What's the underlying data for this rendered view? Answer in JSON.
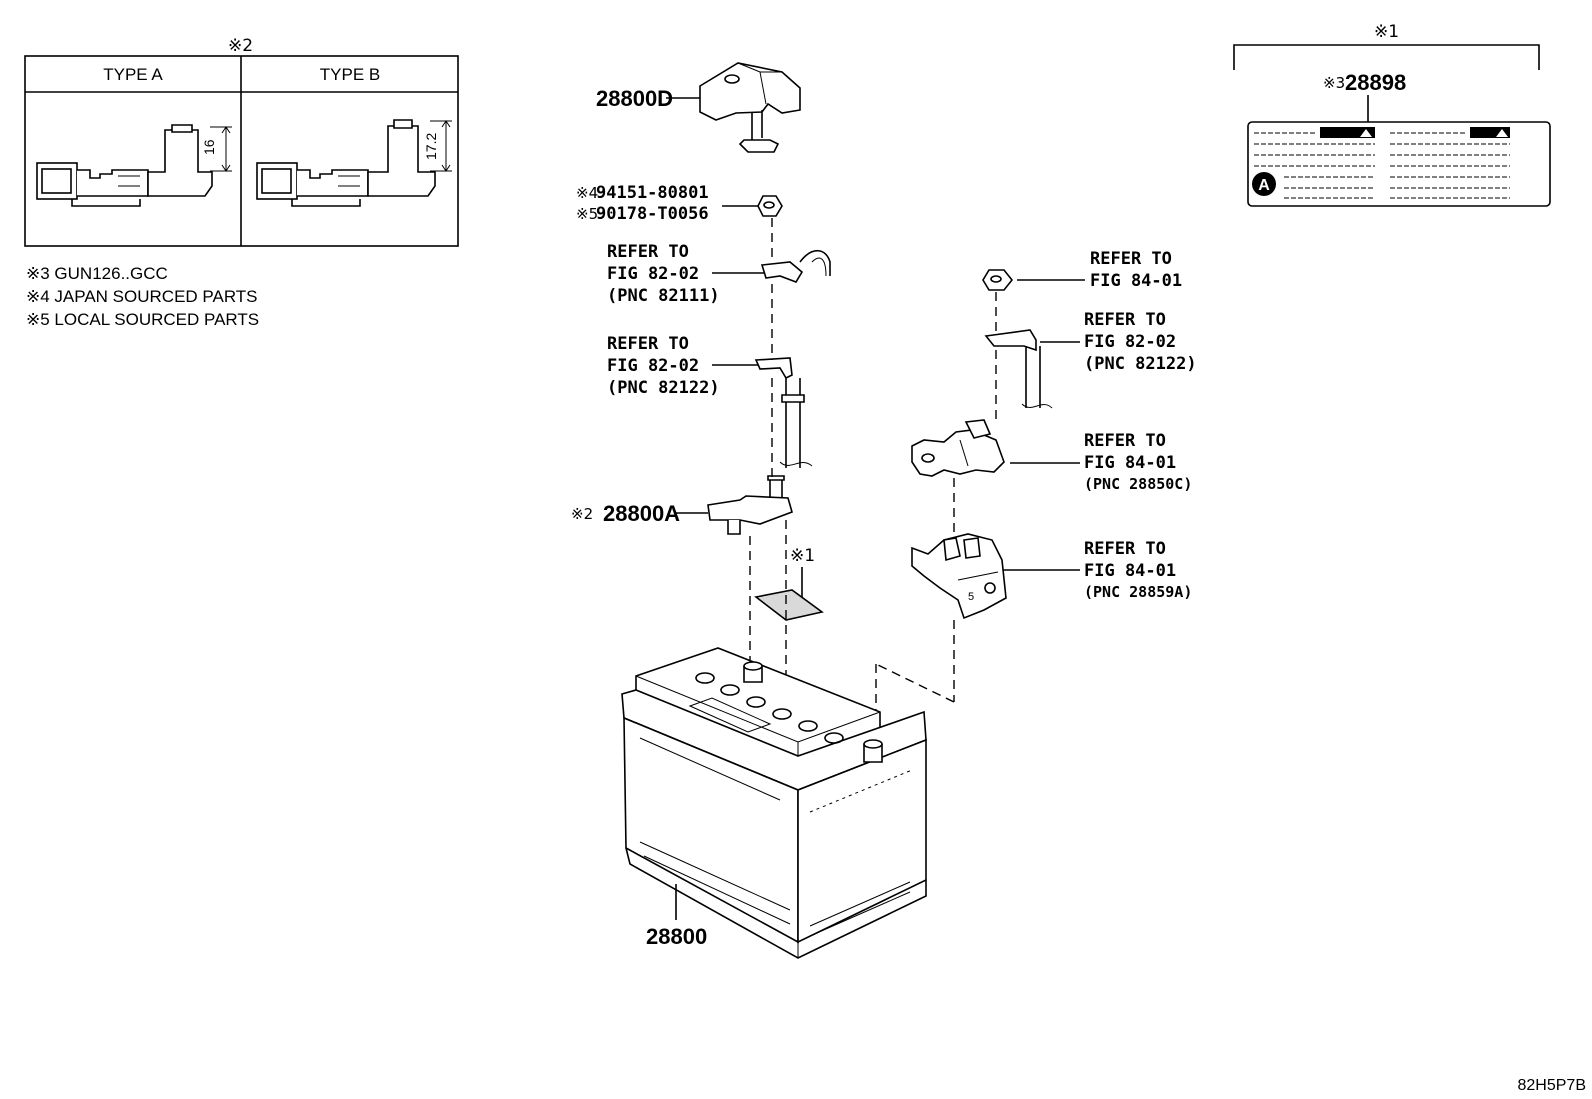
{
  "type_box": {
    "mark": "※2",
    "type_a": "TYPE A",
    "type_b": "TYPE B",
    "dim_a": "16",
    "dim_b": "17.2"
  },
  "notes": [
    "※3 GUN126..GCC",
    "※4 JAPAN SOURCED PARTS",
    "※5 LOCAL SOURCED PARTS"
  ],
  "label_group": {
    "mark": "※1",
    "prefix": "※3",
    "part_no": "28898",
    "circle_letter": "A"
  },
  "callouts": {
    "cover": "28800D",
    "nut_jp_mark": "※4",
    "nut_jp": "94151-80801",
    "nut_local_mark": "※5",
    "nut_local": "90178-T0056",
    "terminal_mark": "※2",
    "terminal": "28800A",
    "battery": "28800",
    "label_mark": "※1",
    "battery_side_mark": "5"
  },
  "refs": {
    "left_1": [
      "REFER TO",
      "FIG 82-02",
      "(PNC 82111)"
    ],
    "left_2": [
      "REFER TO",
      "FIG 82-02",
      "(PNC 82122)"
    ],
    "right_1": [
      "REFER TO",
      "FIG 84-01"
    ],
    "right_2": [
      "REFER TO",
      "FIG 82-02",
      "(PNC 82122)"
    ],
    "right_3": [
      "REFER TO",
      "FIG 84-01",
      "(PNC 28850C)"
    ],
    "right_4": [
      "REFER TO",
      "FIG 84-01",
      "(PNC 28859A)"
    ]
  },
  "footer_code": "82H5P7B"
}
